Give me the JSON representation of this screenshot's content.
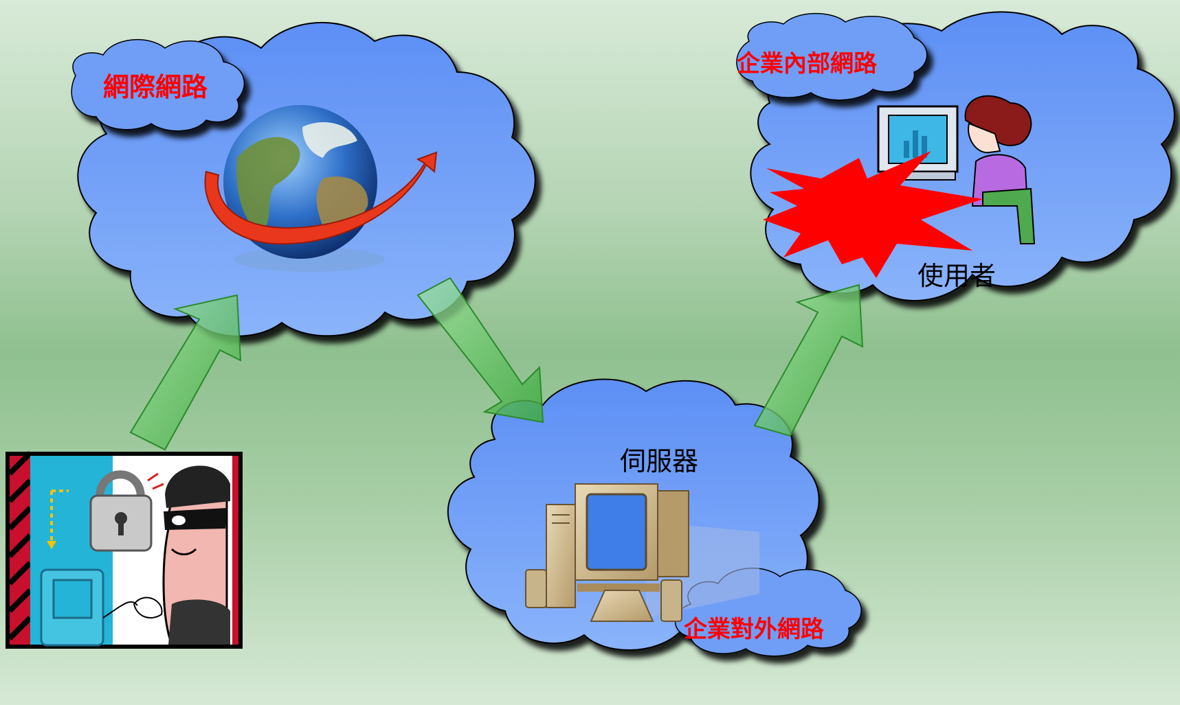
{
  "labels": {
    "internet": "網際網路",
    "intranet": "企業內部網路",
    "extranet": "企業對外網路",
    "server": "伺服器",
    "user": "使用者"
  },
  "colors": {
    "cloud_fill": "#6f9ef6",
    "cloud_stroke": "#000000",
    "label_red": "#ff0000",
    "arrow_green": "#5cc45c",
    "explosion_red": "#ff0000"
  },
  "icons": [
    "globe-icon",
    "hacker-icon",
    "server-computer-icon",
    "user-at-computer-icon",
    "explosion-icon",
    "arrow-icon"
  ]
}
